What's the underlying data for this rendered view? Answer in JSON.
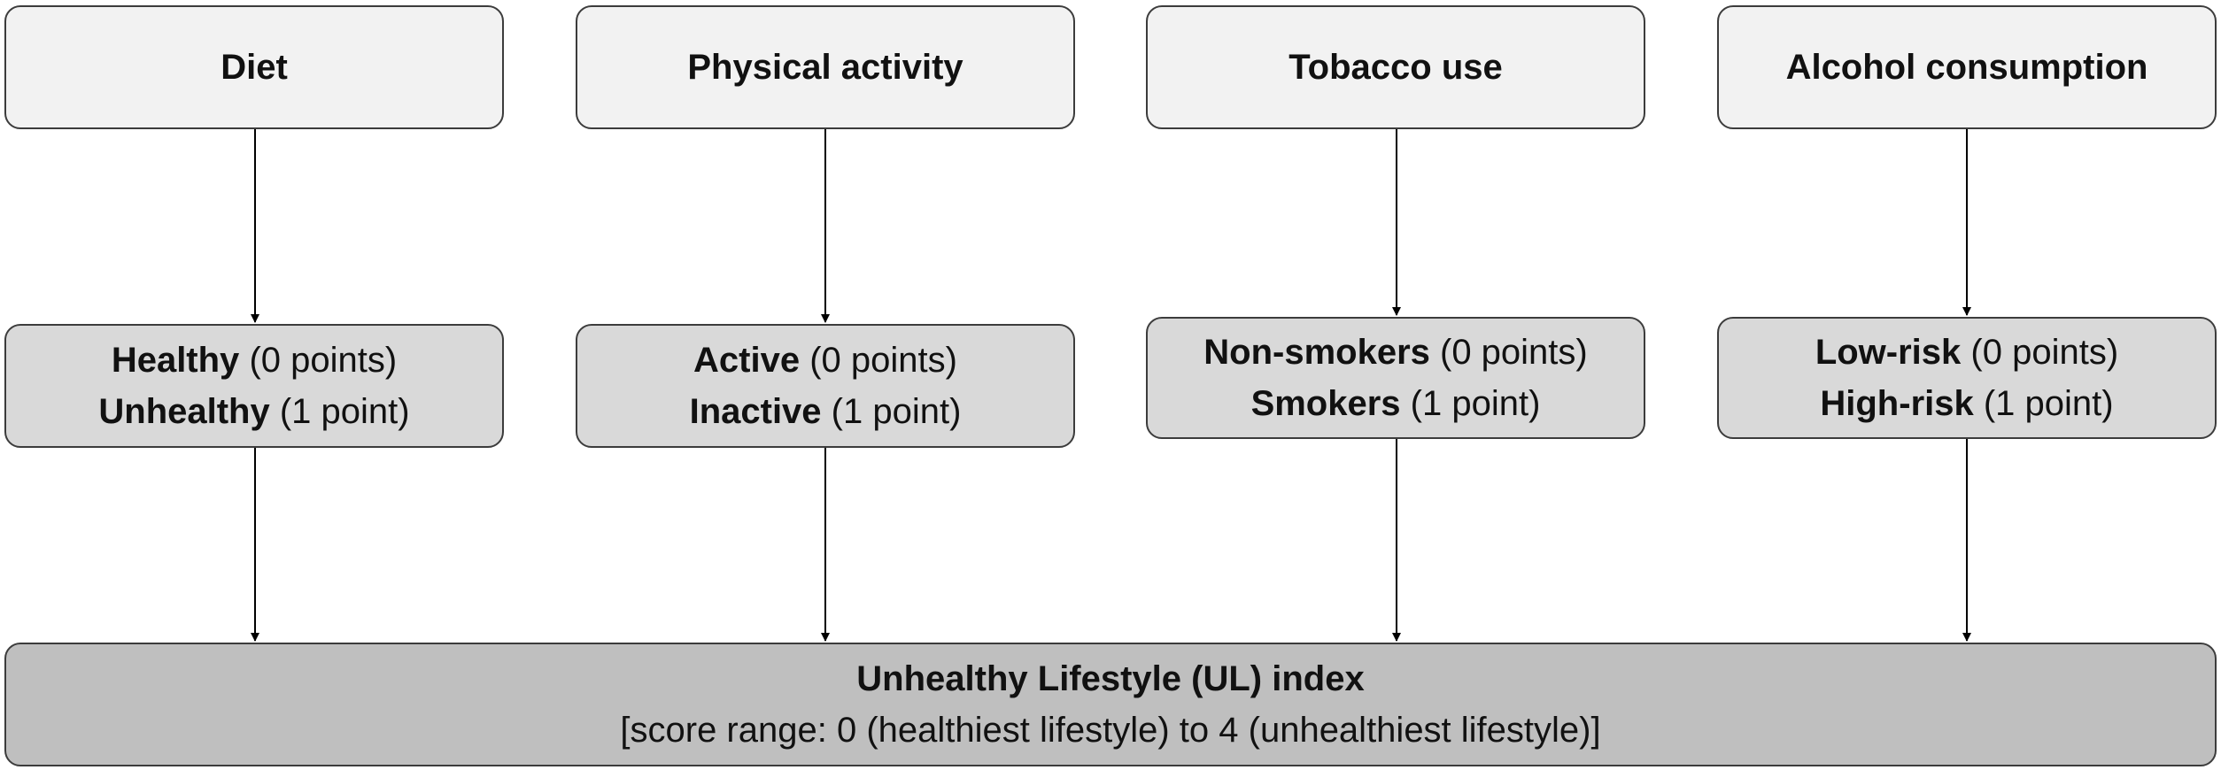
{
  "categories": [
    {
      "title": "Diet",
      "option1_label": "Healthy",
      "option1_points": "(0 points)",
      "option2_label": "Unhealthy",
      "option2_points": "(1 point)"
    },
    {
      "title": "Physical activity",
      "option1_label": "Active",
      "option1_points": "(0 points)",
      "option2_label": "Inactive",
      "option2_points": "(1 point)"
    },
    {
      "title": "Tobacco use",
      "option1_label": "Non-smokers",
      "option1_points": "(0 points)",
      "option2_label": "Smokers",
      "option2_points": "(1 point)"
    },
    {
      "title": "Alcohol consumption",
      "option1_label": "Low-risk",
      "option1_points": "(0 points)",
      "option2_label": "High-risk",
      "option2_points": "(1 point)"
    }
  ],
  "index": {
    "title": "Unhealthy Lifestyle (UL) index",
    "subtitle": "[score range: 0 (healthiest lifestyle) to 4 (unhealthiest lifestyle)]"
  },
  "colors": {
    "top_fill": "#f2f2f2",
    "mid_fill": "#d9d9d9",
    "bottom_fill": "#bfbfbf",
    "stroke": "#3c3c3c"
  }
}
